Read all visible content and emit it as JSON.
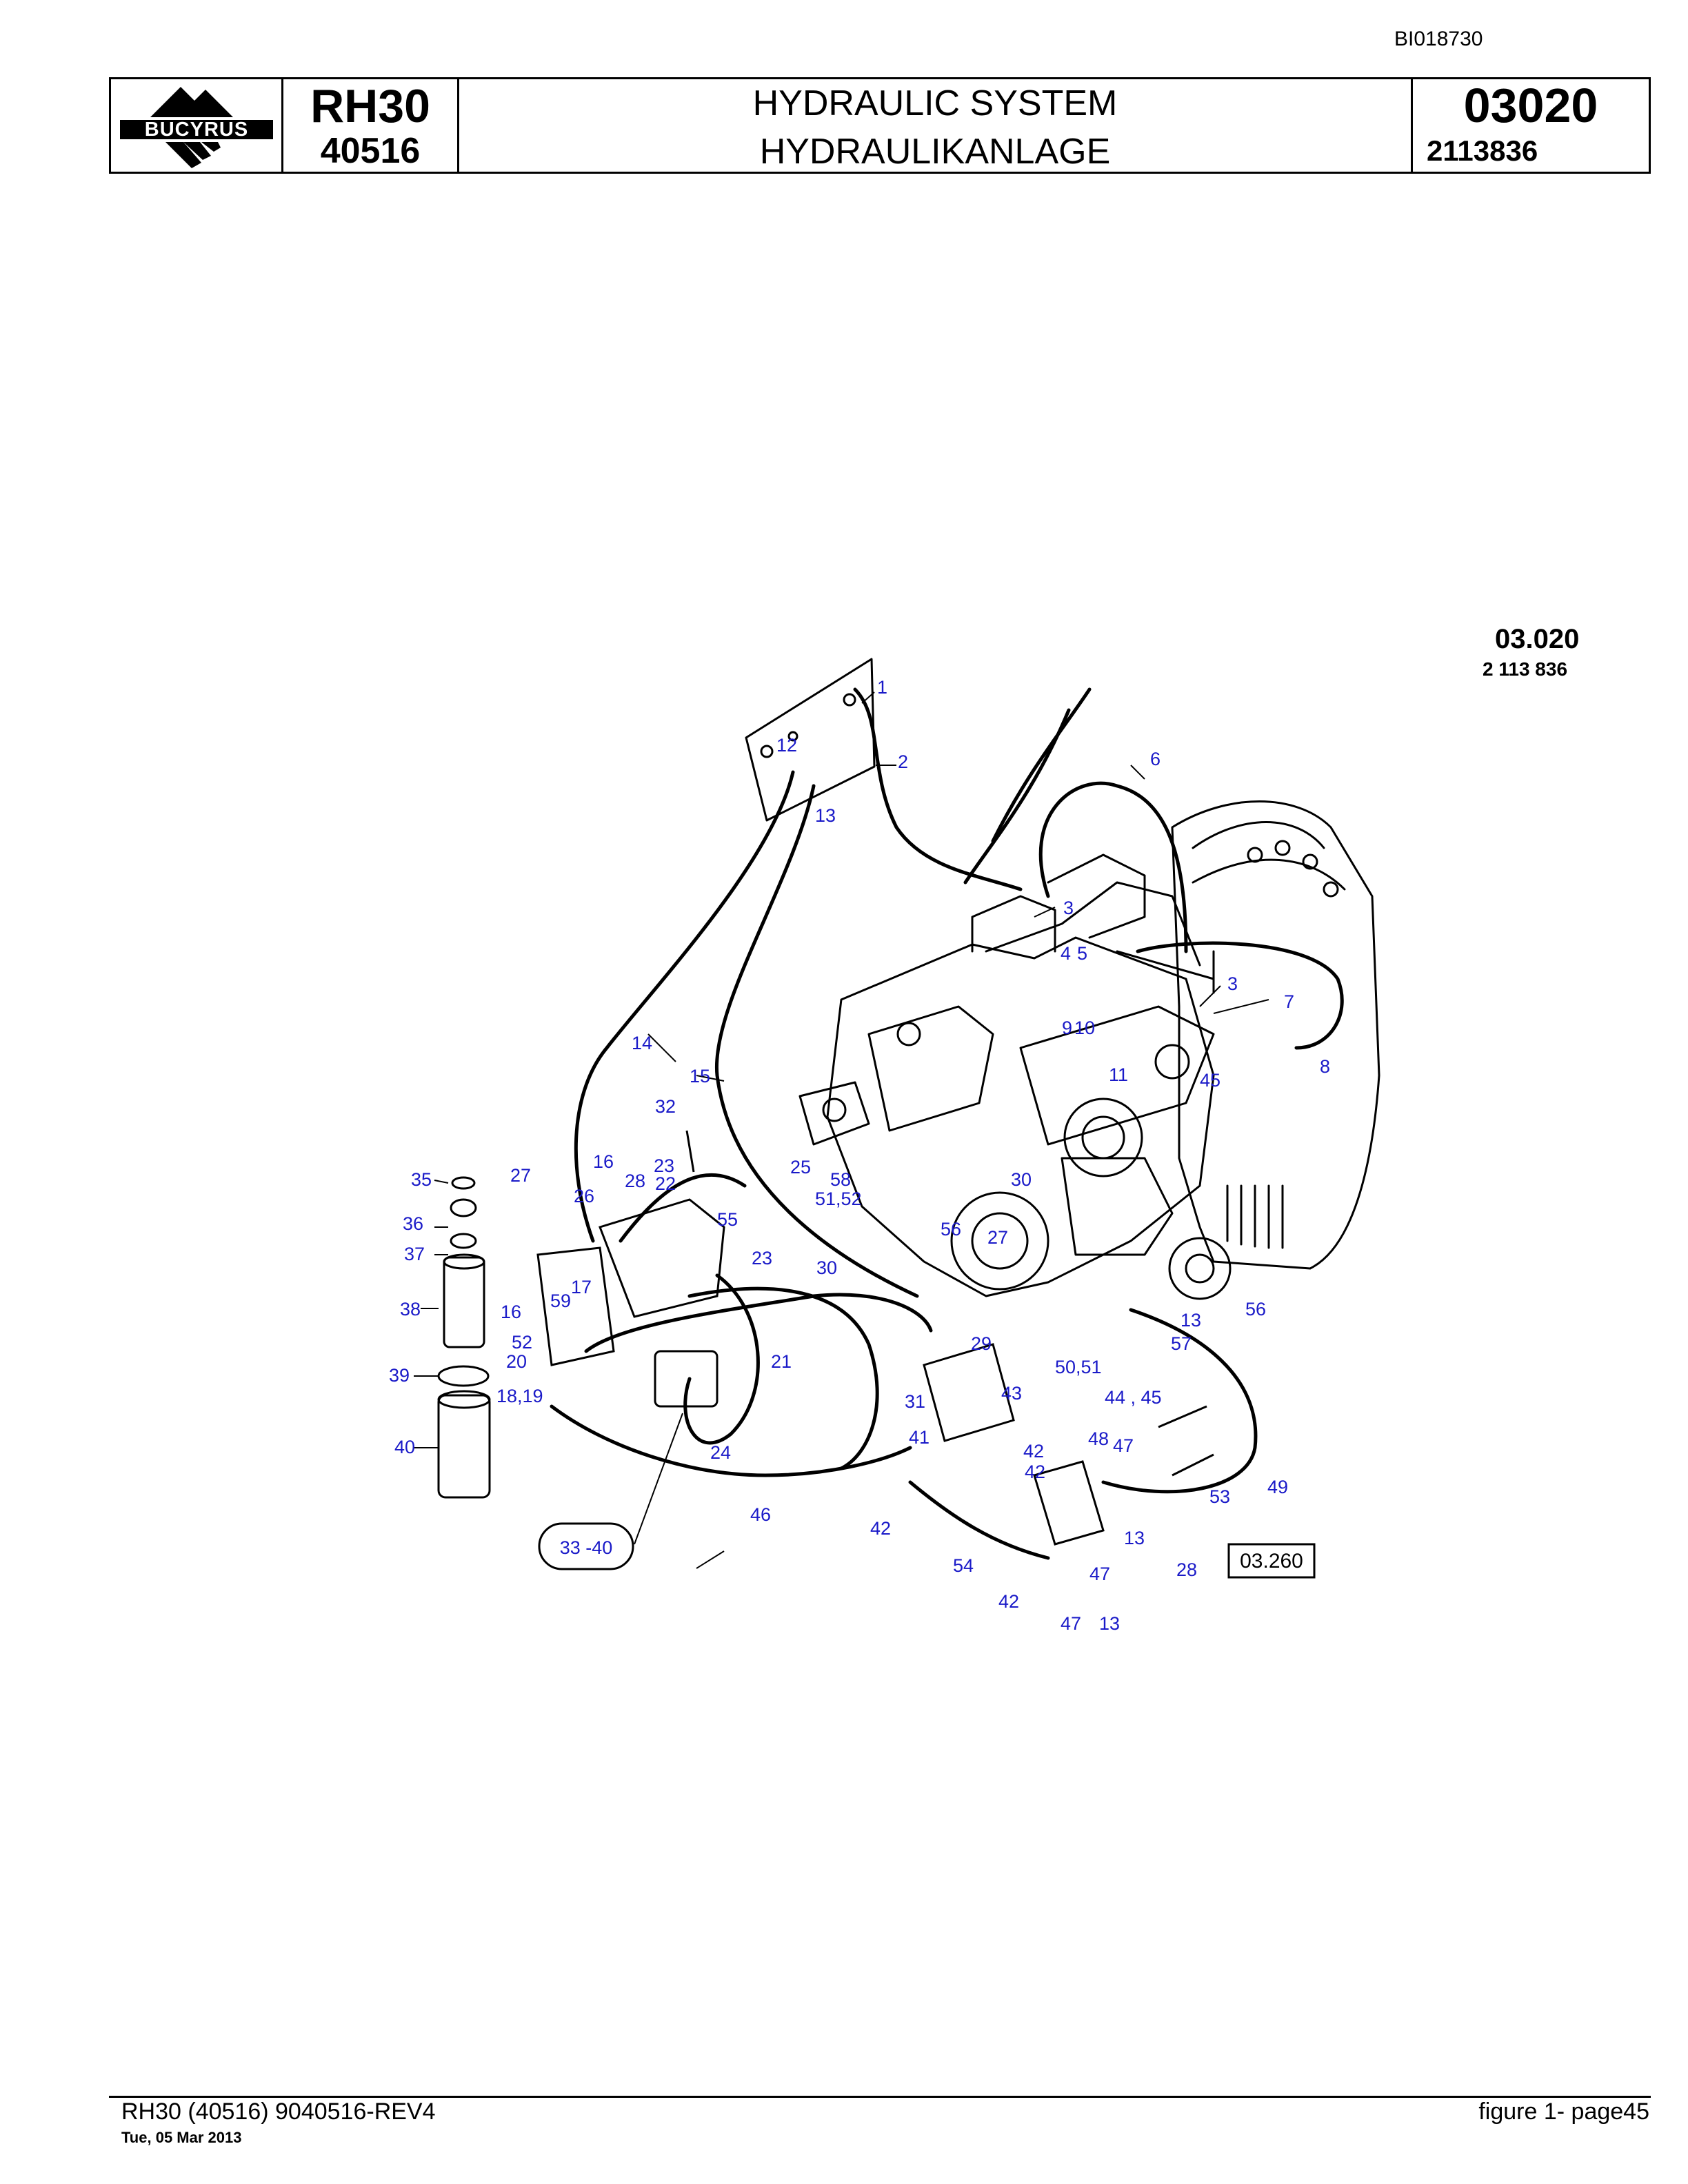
{
  "doc_id": "BI018730",
  "header": {
    "logo_text": "BUCYRUS",
    "model": "RH30",
    "serial": "40516",
    "title_en": "HYDRAULIC SYSTEM",
    "title_de": "HYDRAULIKANLAGE",
    "group_code": "03020",
    "drawing_no": "2113836"
  },
  "figure": {
    "ref_code": "03.020",
    "ref_number": "2 113 836",
    "external_ref": "03.260",
    "range_label": "33 -40",
    "callouts": [
      "1",
      "2",
      "3",
      "3",
      "4",
      "5",
      "6",
      "7",
      "8",
      "9",
      "10",
      "11",
      "12",
      "13",
      "13",
      "13",
      "13",
      "14",
      "15",
      "16",
      "16",
      "17",
      "18,19",
      "20",
      "21",
      "22",
      "23",
      "23",
      "24",
      "25",
      "26",
      "27",
      "27",
      "28",
      "28",
      "29",
      "30",
      "30",
      "31",
      "32",
      "35",
      "36",
      "37",
      "38",
      "39",
      "40",
      "41",
      "42",
      "42",
      "42",
      "42",
      "43",
      "44 , 45",
      "45",
      "46",
      "47",
      "47",
      "47",
      "48",
      "49",
      "50,51",
      "51,52",
      "52",
      "53",
      "54",
      "55",
      "56",
      "56",
      "57",
      "58",
      "59"
    ]
  },
  "footer": {
    "left": "RH30 (40516) 9040516-REV4",
    "date": "Tue, 05 Mar 2013",
    "right": "figure  1- page45"
  }
}
